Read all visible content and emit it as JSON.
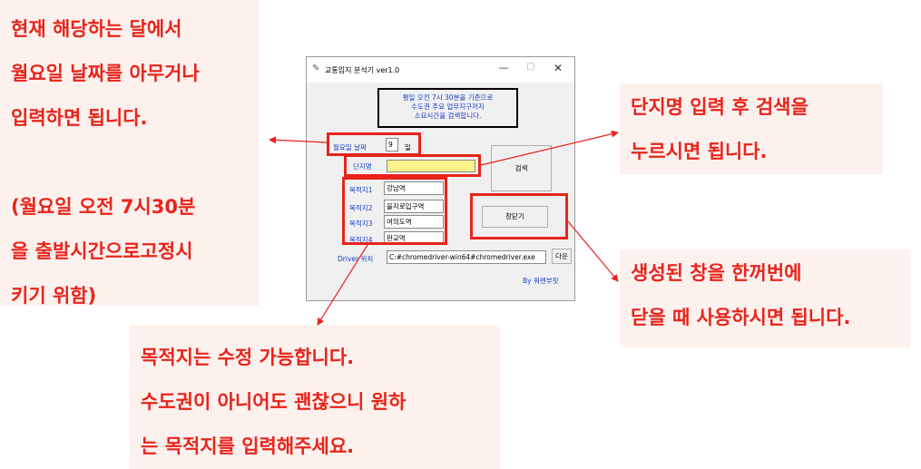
{
  "notes": {
    "left": [
      "현재 해당하는 달에서",
      "월요일 날짜를 아무거나",
      "입력하면 됩니다.",
      "",
      "(월요일 오전 7시30분",
      "을 출발시간으로고정시",
      "키기 위함)"
    ],
    "bottom": [
      "목적지는 수정 가능합니다.",
      "수도권이 아니어도 괜찮으니 원하",
      "는 목적지를 입력해주세요."
    ],
    "right_top": [
      "단지명 입력 후 검색을",
      "누르시면 됩니다."
    ],
    "right_bottom": [
      "생성된 창을 한꺼번에",
      "닫을 때 사용하시면 됩니다."
    ]
  },
  "window": {
    "title": "교통입지 분석기 ver1.0",
    "min": "—",
    "max": "□",
    "close": "✕",
    "info_lines": [
      "평일 오전 7시 30분을 기준으로",
      "수도권 주요 업무지구까지",
      "소요시간을 검색합니다."
    ],
    "monday_label": "월요일 날짜",
    "monday_value": "9",
    "day_suffix": "일",
    "complex_label": "단지명",
    "complex_value": "",
    "destinations": [
      {
        "label": "목적지1",
        "value": "강남역"
      },
      {
        "label": "목적지2",
        "value": "을지로입구역"
      },
      {
        "label": "목적지3",
        "value": "여의도역"
      },
      {
        "label": "목적지4",
        "value": "판교역"
      }
    ],
    "search_button": "검색",
    "close_windows_button": "창닫기",
    "driver_label": "Driver 위치",
    "driver_path": "C:#chromedriver-win64#chromedriver.exe",
    "download_button": "다운",
    "author": "By 워렌부핏"
  },
  "colors": {
    "annotation_red": "#e8241b",
    "note_bg": "#fdf1ee",
    "label_blue": "#1a3cc8",
    "complex_field_bg": "#fff28a"
  }
}
